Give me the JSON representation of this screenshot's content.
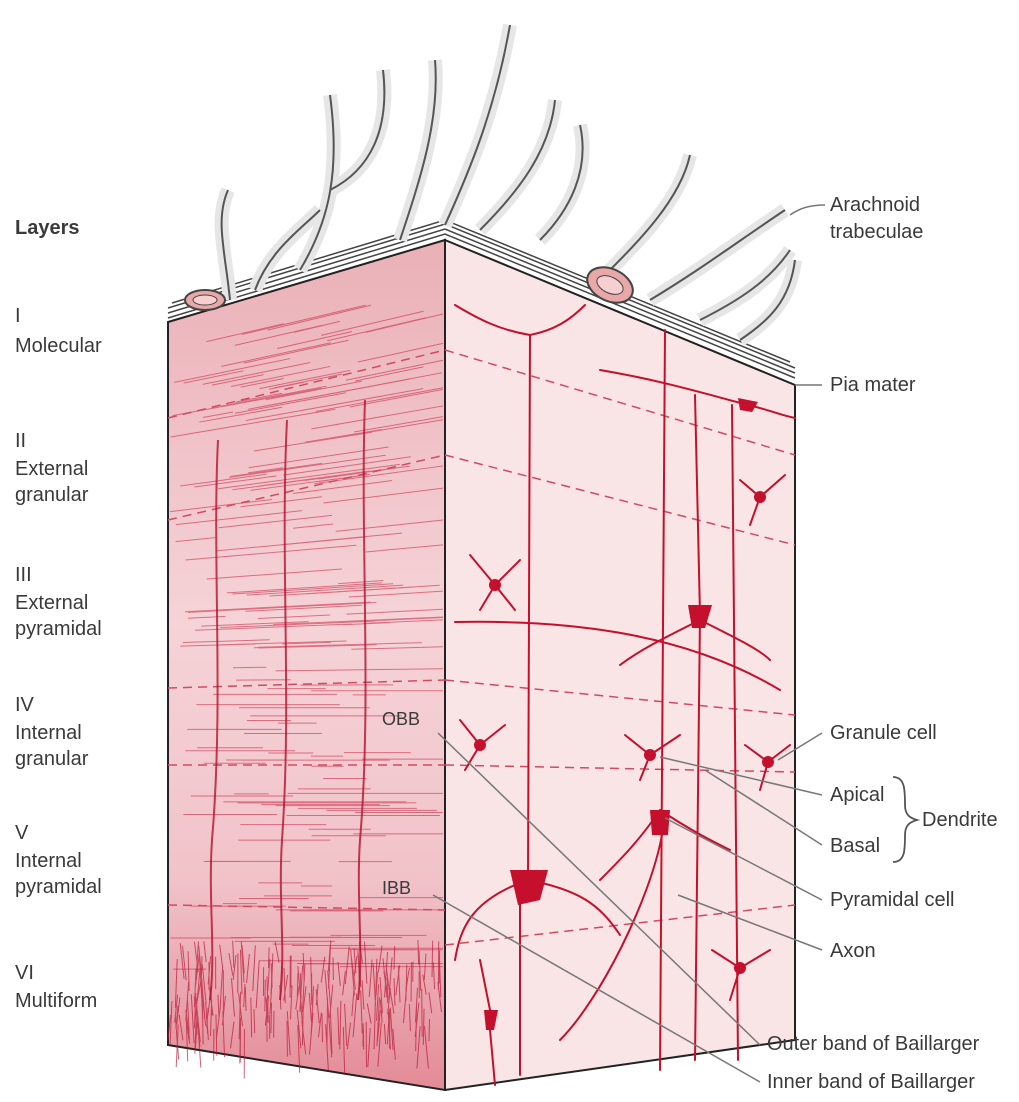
{
  "layers_heading": "Layers",
  "layers": [
    {
      "numeral": "I",
      "name": "Molecular"
    },
    {
      "numeral": "II",
      "name": "External granular"
    },
    {
      "numeral": "III",
      "name": "External pyramidal"
    },
    {
      "numeral": "IV",
      "name": "Internal granular"
    },
    {
      "numeral": "V",
      "name": "Internal pyramidal"
    },
    {
      "numeral": "VI",
      "name": "Multiform"
    }
  ],
  "labels": {
    "arachnoid_line1": "Arachnoid",
    "arachnoid_line2": "trabeculae",
    "pia_mater": "Pia mater",
    "granule_cell": "Granule cell",
    "apical": "Apical",
    "basal": "Basal",
    "dendrite": "Dendrite",
    "pyramidal_cell": "Pyramidal cell",
    "axon": "Axon",
    "outer_band": "Outer band of Baillarger",
    "inner_band": "Inner band of Baillarger",
    "obb": "OBB",
    "ibb": "IBB"
  },
  "colors": {
    "tissue_left": "#f3c9cd",
    "tissue_right": "#f8e2e4",
    "neuron": "#c4102c",
    "vessel": "#e9e9e9",
    "leader": "#777777"
  }
}
